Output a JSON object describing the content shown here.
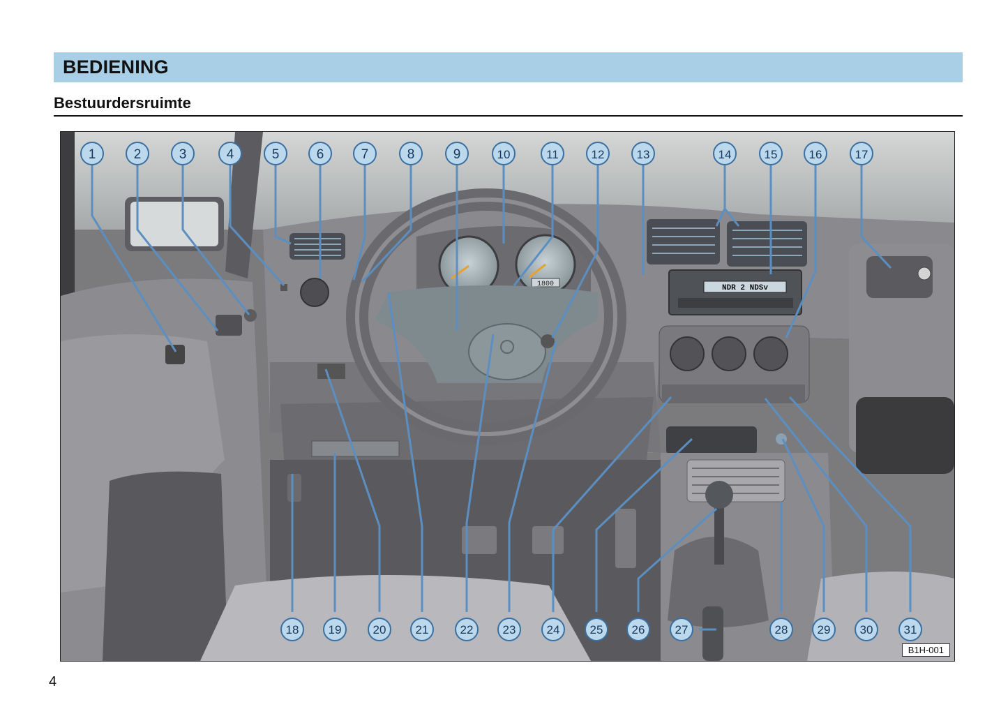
{
  "header": {
    "title": "BEDIENING"
  },
  "subtitle": "Bestuurdersruimte",
  "page_number": "4",
  "figure_code": "B1H-001",
  "callouts_top": [
    "1",
    "2",
    "3",
    "4",
    "5",
    "6",
    "7",
    "8",
    "9",
    "10",
    "11",
    "12",
    "13",
    "14",
    "15",
    "16",
    "17"
  ],
  "callouts_bottom": [
    "18",
    "19",
    "20",
    "21",
    "22",
    "23",
    "24",
    "25",
    "26",
    "27",
    "28",
    "29",
    "30",
    "31"
  ],
  "dashboard": {
    "radio_display": "NDR 2  NDSv",
    "odometer": "1800"
  },
  "colors": {
    "header_bar": "#a9cfe6",
    "callout_fill": "#bcd8ec",
    "callout_stroke": "#3a6fa0",
    "leader_line": "#5b8fc2"
  }
}
